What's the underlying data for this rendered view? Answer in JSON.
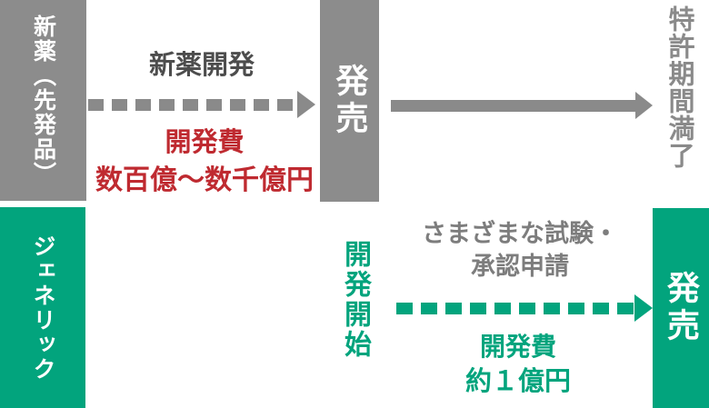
{
  "colors": {
    "gray-box": "#8c8c8c",
    "gray-arrow": "#8a8a8a",
    "green": "#02a47d",
    "red": "#bf2a30",
    "dark-text": "#4d4d4d",
    "mid-text": "#7d7d7d",
    "white": "#ffffff"
  },
  "brand": {
    "category_label": "新薬（先発品）",
    "dev_label": "新薬開発",
    "launch_label": "発売",
    "cost_title": "開発費",
    "cost_value": "数百億～数千億円",
    "patent_label": "特許期間満了"
  },
  "generic": {
    "category_label": "ジェネリック",
    "dev_start_label": "開発開始",
    "process_label_line1": "さまざまな試験・",
    "process_label_line2": "承認申請",
    "cost_title": "開発費",
    "cost_value": "約１億円",
    "launch_label": "発売"
  }
}
